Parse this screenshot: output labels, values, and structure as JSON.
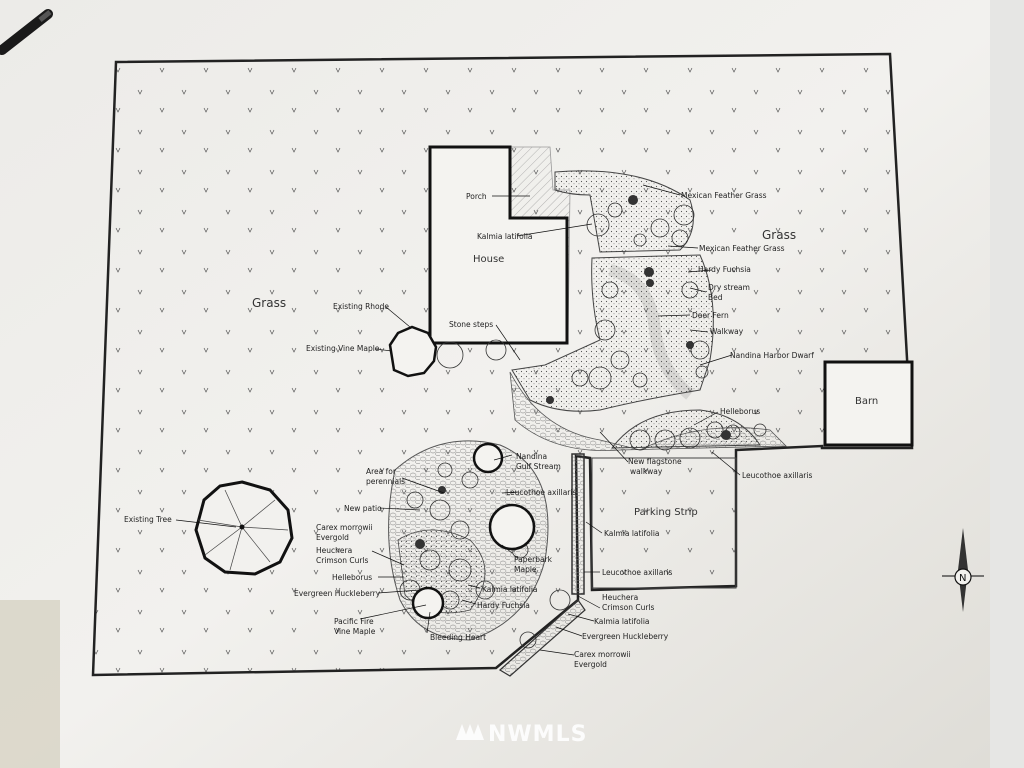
{
  "plan": {
    "grass_left": "Grass",
    "grass_right": "Grass",
    "house": "House",
    "barn": "Barn",
    "parking_strip": "Parking Strip",
    "compass": "N"
  },
  "labels": {
    "porch": "Porch",
    "kalmia_house": "Kalmia latifolia",
    "mexican_feather_1": "Mexican Feather Grass",
    "mexican_feather_2": "Mexican Feather Grass",
    "hardy_fuchsia_top": "Hardy Fuchsia",
    "dry_stream_1": "Dry stream",
    "dry_stream_2": "Bed",
    "deer_fern": "Deer Fern",
    "walkway": "Walkway",
    "nandina_harbor": "Nandina Harbor Dwarf",
    "helleborus_top": "Helleborus",
    "leucothoe_right": "Leucothoe axillaris",
    "existing_rhode": "Existing Rhode",
    "existing_vine_maple": "Existing Vine Maple",
    "stone_steps": "Stone steps",
    "new_flagstone_1": "New flagstone",
    "new_flagstone_2": "walkway",
    "nandina_gulf_1": "Nandina",
    "nandina_gulf_2": "Gulf Stream",
    "area_perennials_1": "Area for",
    "area_perennials_2": "perennials",
    "leucothoe_mid": "Leucothoe axillaris",
    "new_patio": "New patio",
    "existing_tree": "Existing Tree",
    "carex_left_1": "Carex morrowii",
    "carex_left_2": "Evergold",
    "heuchera_left_1": "Heuchera",
    "heuchera_left_2": "Crimson Curls",
    "helleborus_left": "Helleborus",
    "evergreen_huckleberry_left": "Evergreen Huckleberry",
    "pacific_fire_1": "Pacific Fire",
    "pacific_fire_2": "Vine Maple",
    "bleeding_heart": "Bleeding Heart",
    "paperbark_1": "Paperbark",
    "paperbark_2": "Maple",
    "kalmia_patio": "Kalmia latifolia",
    "hardy_fuchsia_patio": "Hardy Fuchsia",
    "kalmia_strip_1": "Kalmia latifolia",
    "leucothoe_strip": "Leucothoe axillaris",
    "heuchera_strip_1": "Heuchera",
    "heuchera_strip_2": "Crimson Curls",
    "kalmia_strip_2": "Kalmia latifolia",
    "evergreen_huckleberry_strip": "Evergreen Huckleberry",
    "carex_strip_1": "Carex morrowii",
    "carex_strip_2": "Evergold"
  },
  "watermark": {
    "text": "NWMLS",
    "icon": "nwmls-logo-icon"
  },
  "icons": {
    "pen": "pen-icon",
    "compass": "north-arrow-icon"
  }
}
